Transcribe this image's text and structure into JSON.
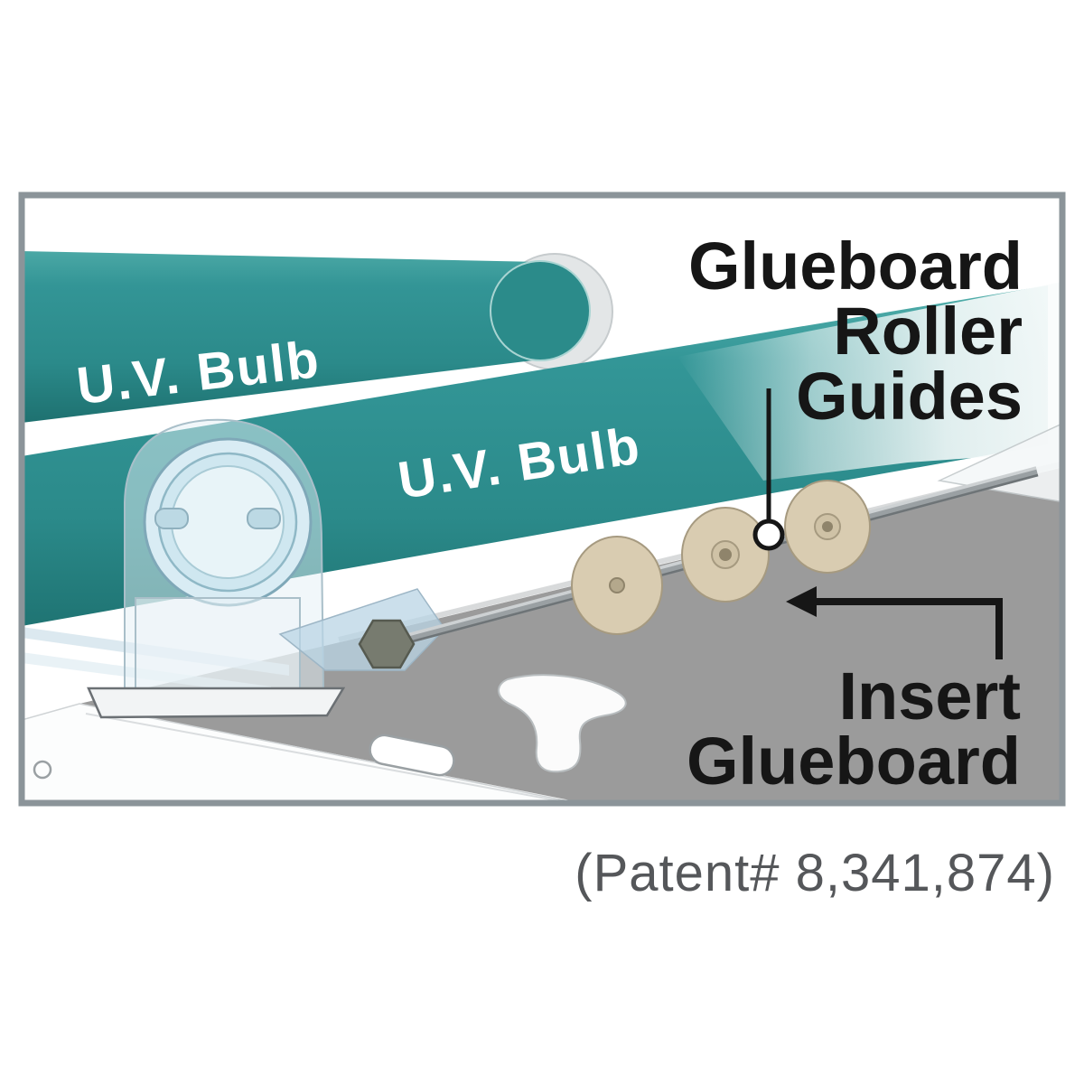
{
  "diagram": {
    "border_color": "#8B9499",
    "labels": {
      "back_bulb": "U.V. Bulb",
      "front_bulb": "U.V. Bulb",
      "roller_guides_line1": "Glueboard",
      "roller_guides_line2": "Roller",
      "roller_guides_line3": "Guides",
      "insert_line1": "Insert",
      "insert_line2": "Glueboard"
    },
    "colors": {
      "bulb_teal": "#2E8F8F",
      "bulb_teal_dark": "#1E6F6E",
      "platform_gray": "#9B9B9B",
      "roller_tan": "#D9CCB1",
      "holder_blue": "#D9ECF4",
      "annotation_black": "#161616",
      "bulb_text_white": "#FFFFFF"
    }
  },
  "footer": {
    "patent": "(Patent# 8,341,874)",
    "color": "#55575A"
  }
}
